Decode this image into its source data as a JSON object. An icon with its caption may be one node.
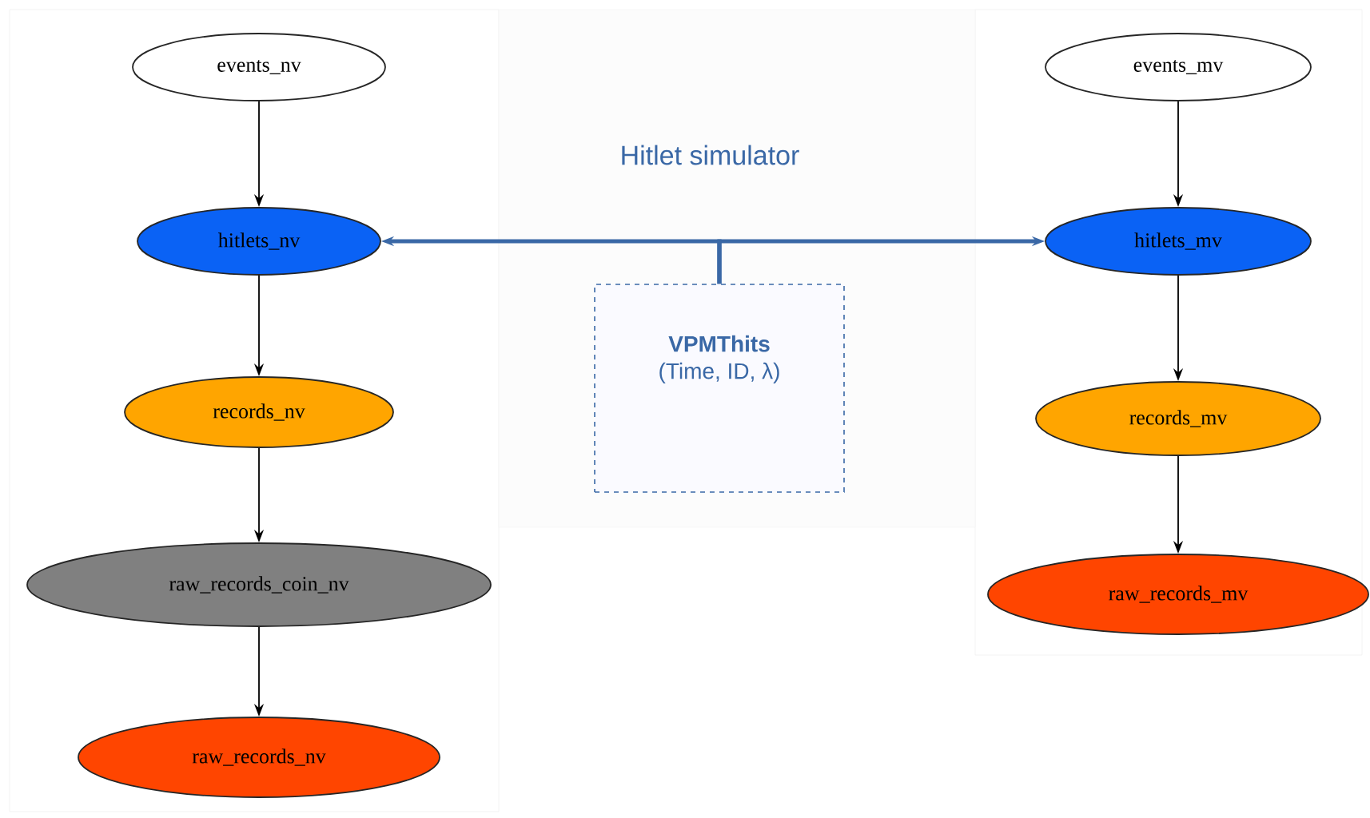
{
  "diagram": {
    "title": "Hitlet simulator",
    "nodes": [
      {
        "text": [
          "events_nv"
        ]
      },
      {
        "text": [
          "hitlets_nv"
        ]
      },
      {
        "text": [
          "records_nv"
        ]
      },
      {
        "text": [
          "raw_records_coin_nv"
        ]
      },
      {
        "text": [
          "raw_records_nv"
        ]
      },
      {
        "text": [
          "events_mv"
        ]
      },
      {
        "text": [
          "hitlets_mv"
        ]
      },
      {
        "text": [
          "records_mv"
        ]
      },
      {
        "text": [
          "raw_records_mv"
        ]
      },
      {
        "text": [
          "VPMThits",
          "(Time, ID, λ)"
        ]
      }
    ],
    "edges": [
      {
        "from": 0,
        "to": 1,
        "arrow": "to"
      },
      {
        "from": 1,
        "to": 2,
        "arrow": "to"
      },
      {
        "from": 2,
        "to": 3,
        "arrow": "to"
      },
      {
        "from": 3,
        "to": 4,
        "arrow": "to"
      },
      {
        "from": 5,
        "to": 6,
        "arrow": "to"
      },
      {
        "from": 6,
        "to": 7,
        "arrow": "to"
      },
      {
        "from": 7,
        "to": 8,
        "arrow": "to"
      },
      {
        "from": 9,
        "to": 1,
        "arrow": "to",
        "style": "thick",
        "color": "#3a68a6"
      },
      {
        "from": 9,
        "to": 6,
        "arrow": "to",
        "style": "thick",
        "color": "#3a68a6"
      }
    ]
  }
}
